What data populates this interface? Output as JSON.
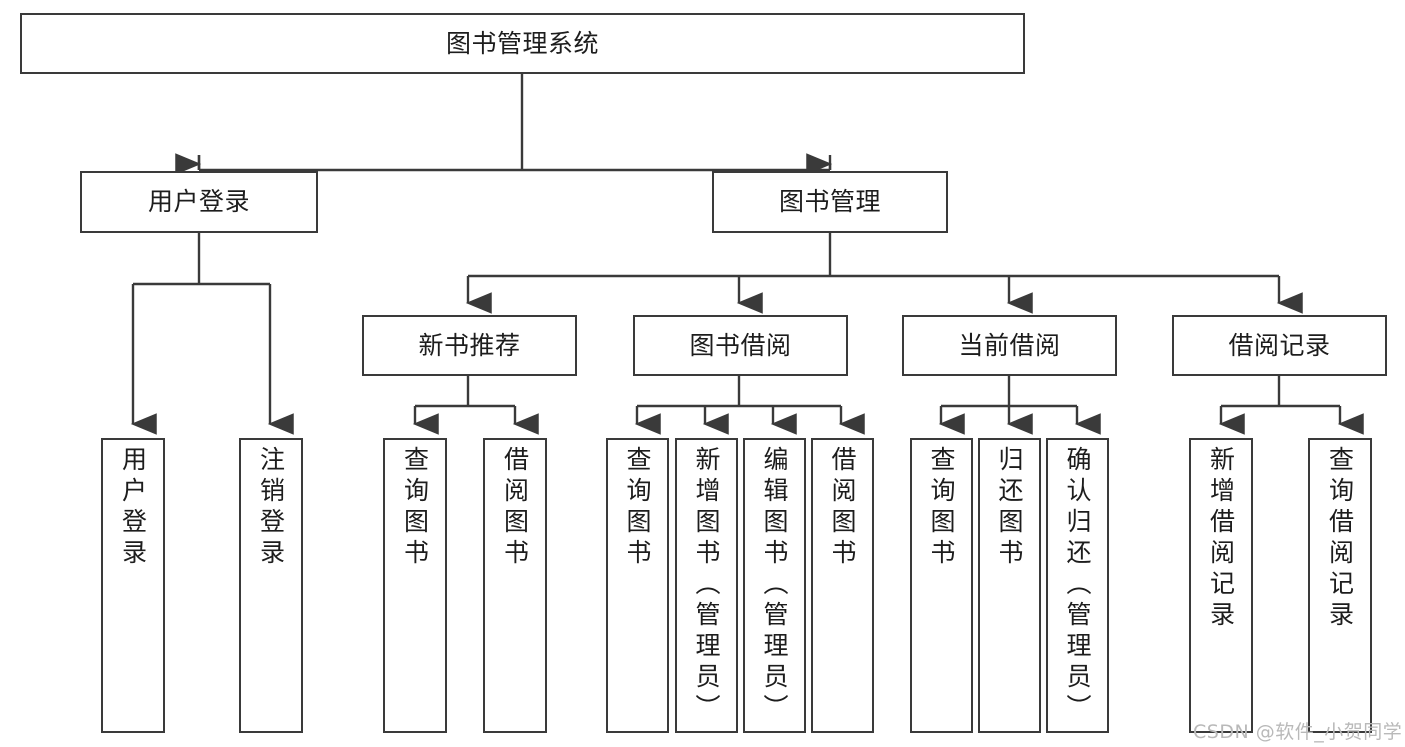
{
  "diagram": {
    "title": "图书管理系统",
    "type": "hierarchy-tree",
    "background_color": "#ffffff",
    "line_color": "#3a3a3a",
    "text_color": "#1d1d1d"
  },
  "nodes": {
    "root": {
      "label": "图书管理系统"
    },
    "level2": [
      {
        "label": "用户登录"
      },
      {
        "label": "图书管理"
      }
    ],
    "level3": [
      {
        "label": "新书推荐"
      },
      {
        "label": "图书借阅"
      },
      {
        "label": "当前借阅"
      },
      {
        "label": "借阅记录"
      }
    ],
    "leaves": {
      "user_login": [
        {
          "label": "用户登录"
        },
        {
          "label": "注销登录"
        }
      ],
      "new_book": [
        {
          "label": "查询图书"
        },
        {
          "label": "借阅图书"
        }
      ],
      "book_borrow": [
        {
          "label": "查询图书"
        },
        {
          "label": "新增图书（管理员）"
        },
        {
          "label": "编辑图书（管理员）"
        },
        {
          "label": "借阅图书"
        }
      ],
      "current_borrow": [
        {
          "label": "查询图书"
        },
        {
          "label": "归还图书"
        },
        {
          "label": "确认归还（管理员）"
        }
      ],
      "borrow_record": [
        {
          "label": "新增借阅记录"
        },
        {
          "label": "查询借阅记录"
        }
      ]
    }
  },
  "watermark": {
    "text": "CSDN @软件_小贺同学"
  }
}
